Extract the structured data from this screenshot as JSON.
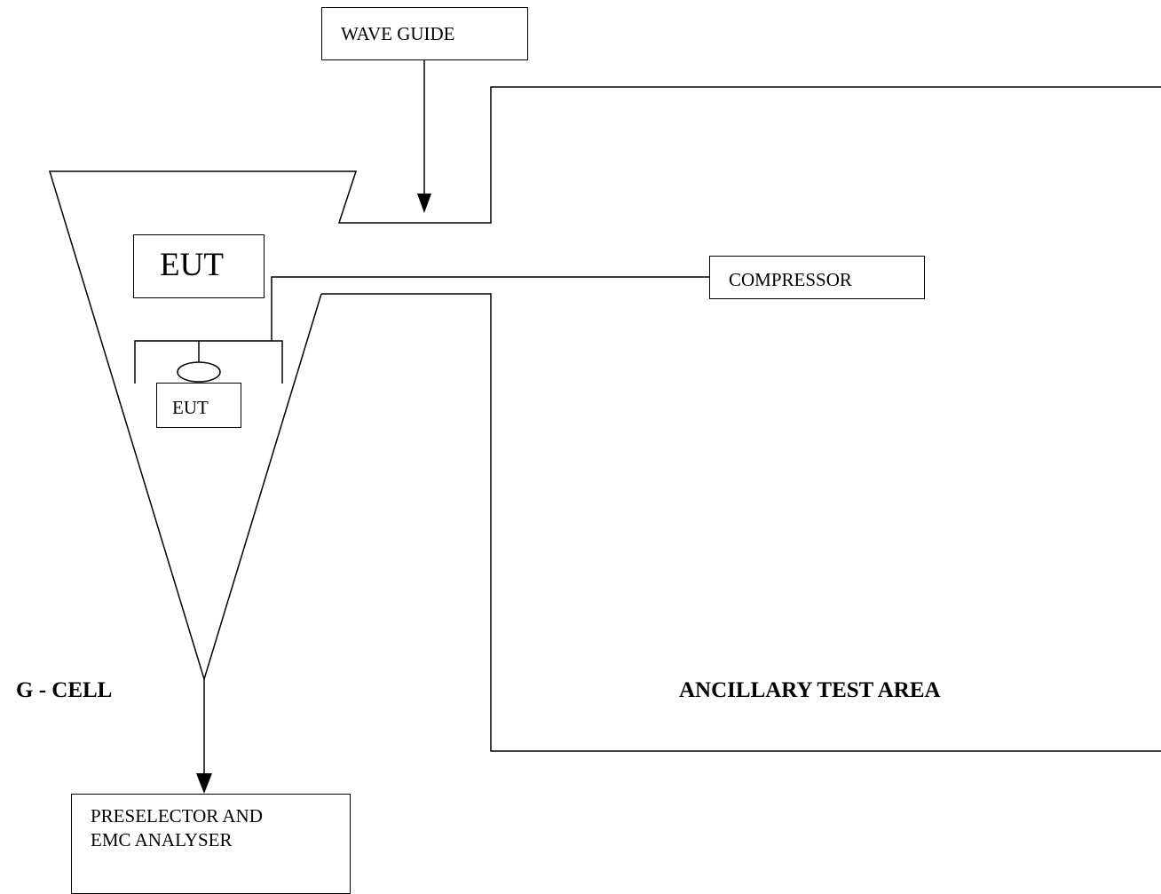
{
  "blocks": {
    "wave_guide": "WAVE GUIDE",
    "eut_large": "EUT",
    "eut_small": "EUT",
    "compressor": "COMPRESSOR",
    "preselector": "PRESELECTOR AND\nEMC ANALYSER"
  },
  "areas": {
    "g_cell": "G - CELL",
    "ancillary": "ANCILLARY TEST AREA"
  },
  "colors": {
    "stroke": "#000000",
    "background": "#ffffff"
  }
}
